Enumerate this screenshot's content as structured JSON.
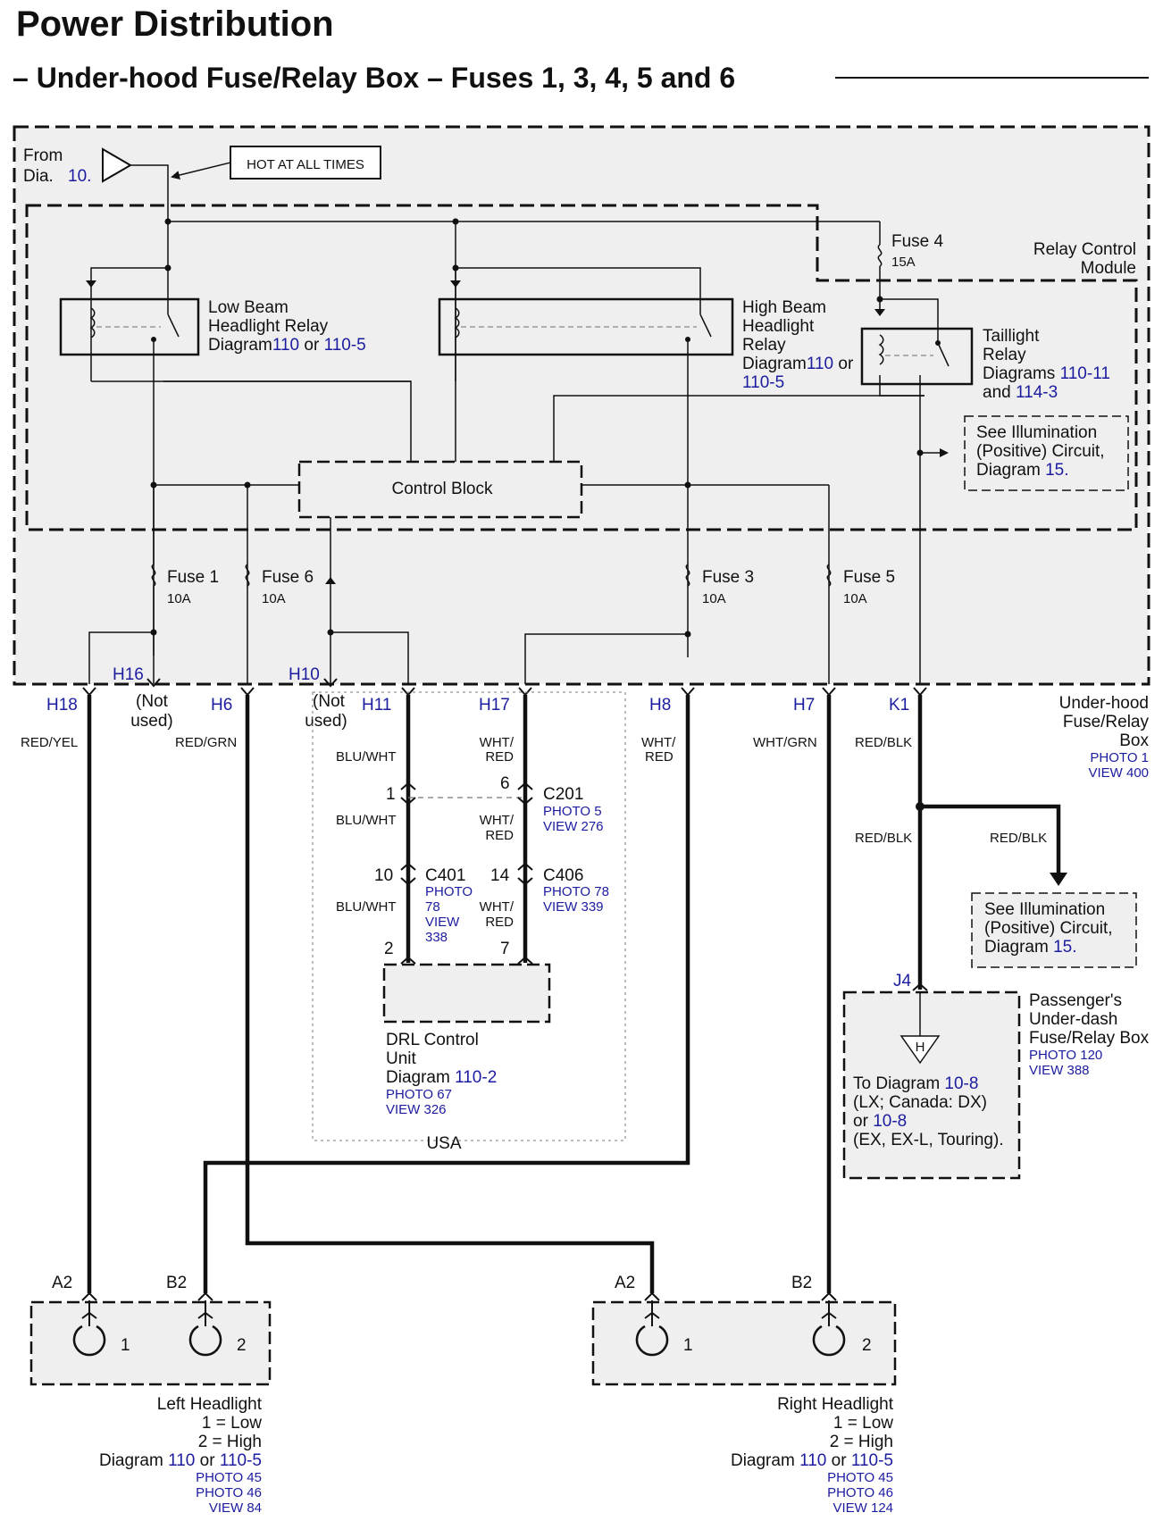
{
  "header": {
    "title": "Power Distribution",
    "subtitle": "– Under-hood Fuse/Relay Box – Fuses 1, 3, 4, 5 and 6"
  },
  "source": {
    "from": "From",
    "dia": "Dia.",
    "num": "10.",
    "hot": "HOT AT ALL TIMES"
  },
  "relays": {
    "low": [
      "Low Beam",
      "Headlight Relay",
      "Diagram",
      "110",
      " or ",
      "110-5"
    ],
    "high": [
      "High Beam",
      "Headlight",
      "Relay",
      "Diagram",
      "110",
      " or",
      "110-5"
    ],
    "tail": [
      "Taillight",
      "Relay",
      "Diagrams ",
      "110-11",
      "and ",
      "114-3"
    ]
  },
  "rcm": [
    "Relay Control",
    "Module"
  ],
  "fuses": {
    "f4": "Fuse 4",
    "f4a": "15A",
    "f1": "Fuse 1",
    "f1a": "10A",
    "f6": "Fuse 6",
    "f6a": "10A",
    "f3": "Fuse 3",
    "f3a": "10A",
    "f5": "Fuse 5",
    "f5a": "10A"
  },
  "control_block": "Control Block",
  "illum": [
    "See Illumination",
    "(Positive) Circuit,",
    "Diagram ",
    "15."
  ],
  "terms": {
    "H16": "H16",
    "H10": "H10",
    "H18": "H18",
    "H6": "H6",
    "H11": "H11",
    "H17": "H17",
    "H8": "H8",
    "H7": "H7",
    "K1": "K1",
    "J4": "J4"
  },
  "notused": [
    "(Not",
    "used)"
  ],
  "uhbox": [
    "Under-hood",
    "Fuse/Relay",
    "Box",
    "PHOTO 1",
    "VIEW 400"
  ],
  "wires": {
    "red_yel": "RED/YEL",
    "red_grn": "RED/GRN",
    "blu_wht": "BLU/WHT",
    "wht": "WHT/",
    "red": "RED",
    "wht_grn": "WHT/GRN",
    "red_blk": "RED/BLK"
  },
  "connectors": {
    "c201": [
      "C201",
      "PHOTO 5",
      "VIEW 276"
    ],
    "c401": [
      "C401",
      "PHOTO",
      "78",
      "VIEW",
      "338"
    ],
    "c406": [
      "C406",
      "PHOTO 78",
      "VIEW 339"
    ],
    "pins": {
      "p1": "1",
      "p6": "6",
      "p10": "10",
      "p14": "14",
      "p2": "2",
      "p7": "7"
    }
  },
  "drl": [
    "DRL Control",
    "Unit",
    "Diagram ",
    "110-2",
    "PHOTO 67",
    "VIEW 326"
  ],
  "usa": "USA",
  "passenger": [
    "Passenger's",
    "Under-dash",
    "Fuse/Relay Box",
    "PHOTO 120",
    "VIEW 388"
  ],
  "todiag": [
    "To Diagram ",
    "10-8",
    "(LX; Canada: DX)",
    "or ",
    "10-8",
    "(EX, EX-L, Touring)."
  ],
  "h_symbol": "H",
  "headlights": {
    "a2": "A2",
    "b2": "B2",
    "one": "1",
    "two": "2",
    "left": [
      "Left Headlight",
      "1 = Low",
      "2 = High",
      "Diagram ",
      "110",
      " or ",
      "110-5",
      "PHOTO 45",
      "PHOTO 46",
      "VIEW 84"
    ],
    "right": [
      "Right Headlight",
      "1 = Low",
      "2 = High",
      "Diagram ",
      "110",
      " or ",
      "110-5",
      "PHOTO 45",
      "PHOTO 46",
      "VIEW 124"
    ]
  }
}
